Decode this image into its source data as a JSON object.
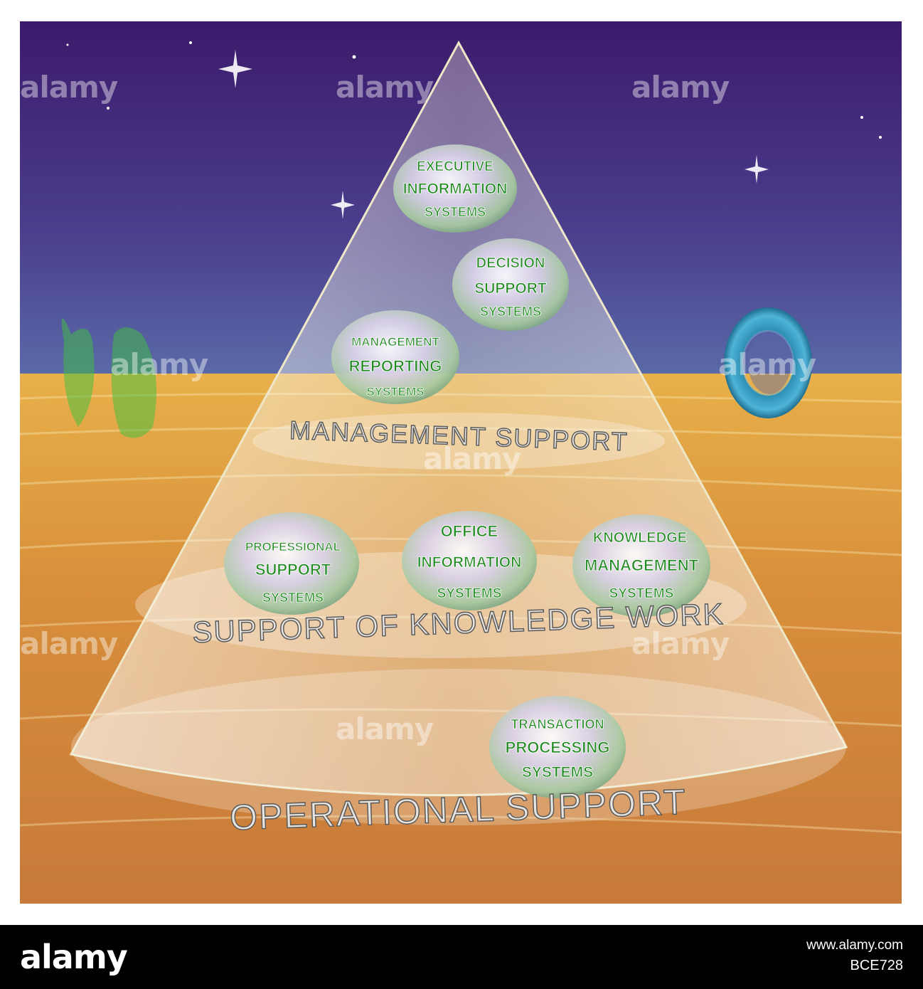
{
  "levels": {
    "management": "MANAGEMENT SUPPORT",
    "knowledge": "SUPPORT OF KNOWLEDGE WORK",
    "operational": "OPERATIONAL SUPPORT"
  },
  "systems": {
    "executive": [
      "EXECUTIVE",
      "INFORMATION",
      "SYSTEMS"
    ],
    "decision": [
      "DECISION",
      "SUPPORT",
      "SYSTEMS"
    ],
    "management_reporting": [
      "MANAGEMENT",
      "REPORTING",
      "SYSTEMS"
    ],
    "professional": [
      "PROFESSIONAL",
      "SUPPORT",
      "SYSTEMS"
    ],
    "office": [
      "OFFICE",
      "INFORMATION",
      "SYSTEMS"
    ],
    "knowledge_management": [
      "KNOWLEDGE",
      "MANAGEMENT",
      "SYSTEMS"
    ],
    "transaction": [
      "TRANSACTION",
      "PROCESSING",
      "SYSTEMS"
    ]
  },
  "footer": {
    "brand": "alamy",
    "url": "www.alamy.com",
    "image_id": "BCE728"
  },
  "watermark": "alamy",
  "colors": {
    "sky_top": "#3c1a6b",
    "sky_bottom": "#5a6aa8",
    "ground": "#d8953a",
    "label_green": "#1f8a1f",
    "footer_bg": "#000000"
  }
}
